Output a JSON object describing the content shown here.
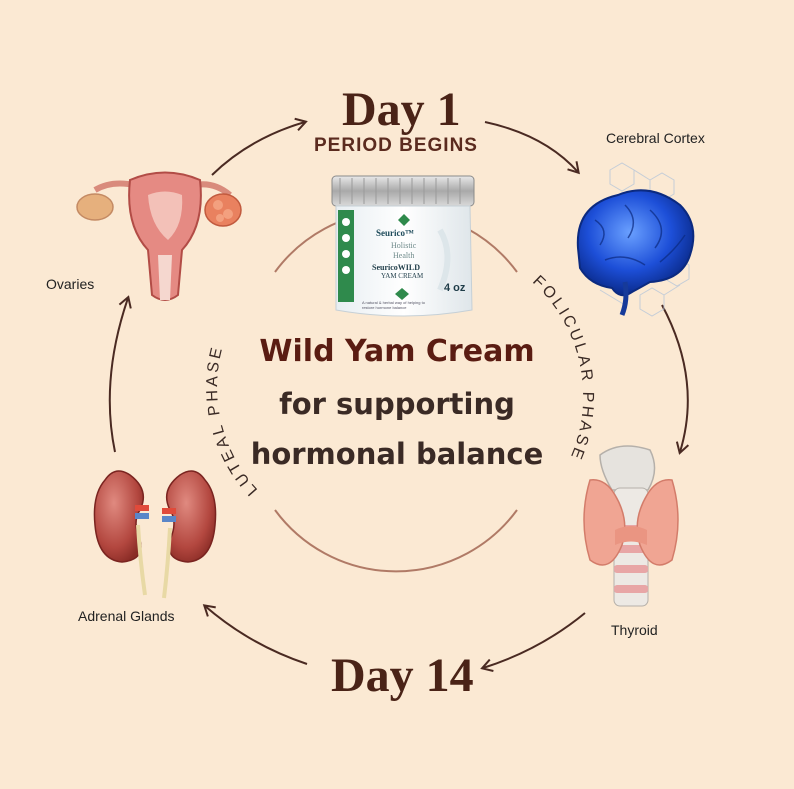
{
  "day_start": "Day 1",
  "day_start_sub": "PERIOD BEGINS",
  "day_end": "Day 14",
  "organs": {
    "top_right": "Cerebral Cortex",
    "right": "Thyroid",
    "left_bottom": "Adrenal Glands",
    "left_top": "Ovaries"
  },
  "phases": {
    "right": "FOLICULAR PHASE",
    "left": "LUTEAL PHASE"
  },
  "headline": {
    "line1": "Wild Yam Cream",
    "line2": "for supporting",
    "line3": "hormonal balance"
  },
  "product": {
    "brand": "Seurico™",
    "tagline1": "Holistic",
    "tagline2": "Health",
    "name1": "SeuricoWILD",
    "name2": "YAM CREAM",
    "desc": "A natural & herbal way of helping to restore hormone balance",
    "size": "4 oz"
  },
  "colors": {
    "background": "#fbe9d3",
    "arrow": "#4a2a22",
    "accent_text": "#5a1c12",
    "dark_text": "#3a2a25"
  }
}
